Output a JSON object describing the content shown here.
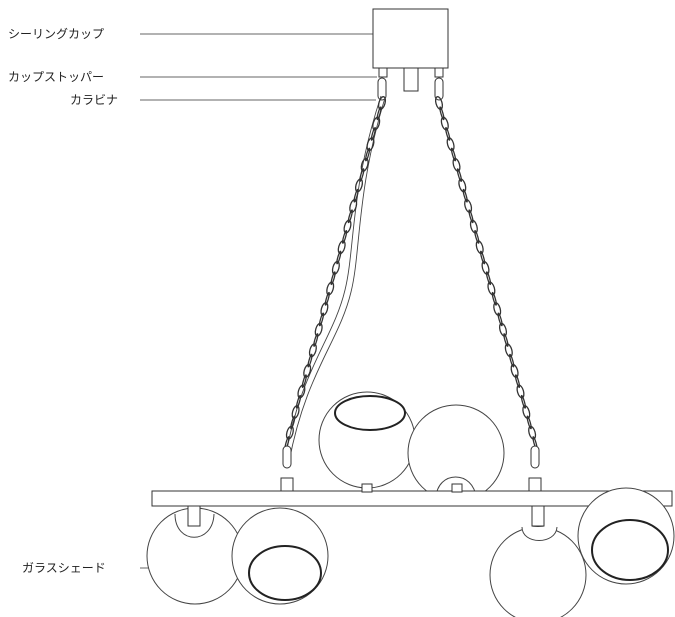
{
  "labels": {
    "ceiling_cup": "シーリングカップ",
    "cup_stopper": "カップストッパー",
    "carabiner": "カラビナ",
    "glass_shade": "ガラスシェード"
  }
}
